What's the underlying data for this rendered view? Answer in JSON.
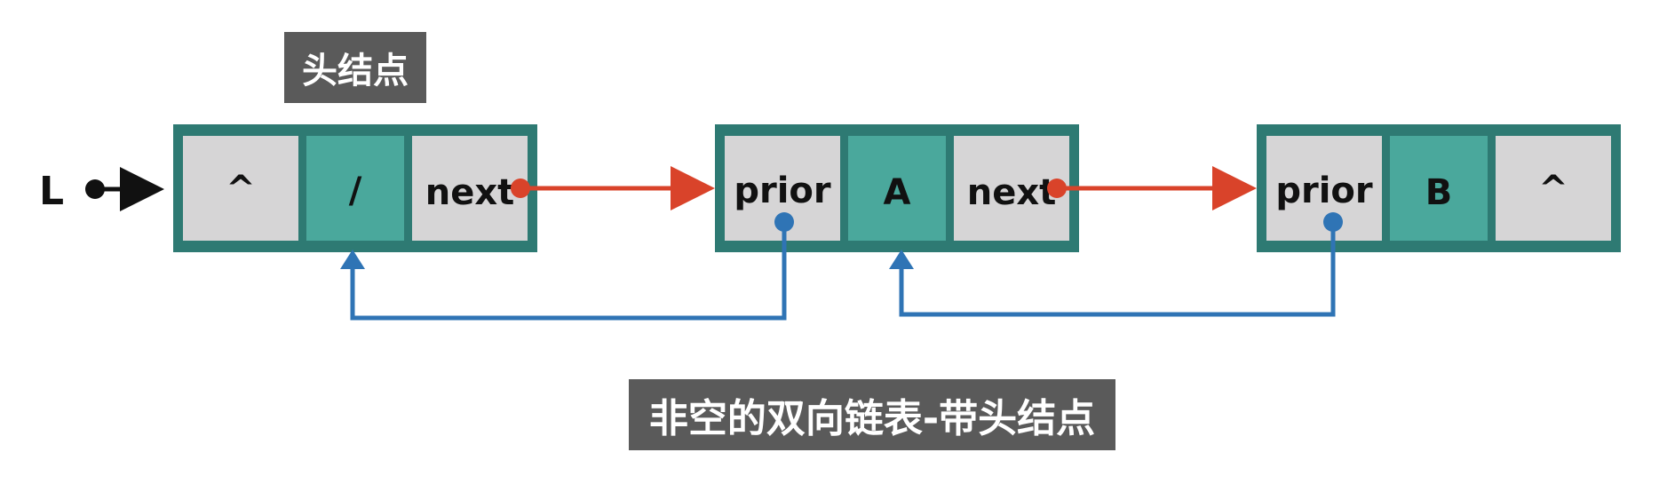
{
  "head_label": "头结点",
  "caption": "非空的双向链表-带头结点",
  "pointer_label": "L",
  "colors": {
    "node_border": "#2e7a73",
    "data_fill": "#4aa89c",
    "field_fill": "#d6d5d6",
    "next_arrow": "#d9432a",
    "prior_arrow": "#2f74b5",
    "label_bg": "#5a5a5a"
  },
  "nodes": [
    {
      "id": "head",
      "prior": "^",
      "data": "/",
      "next": "next"
    },
    {
      "id": "a",
      "prior": "prior",
      "data": "A",
      "next": "next"
    },
    {
      "id": "b",
      "prior": "prior",
      "data": "B",
      "next": "^"
    }
  ]
}
